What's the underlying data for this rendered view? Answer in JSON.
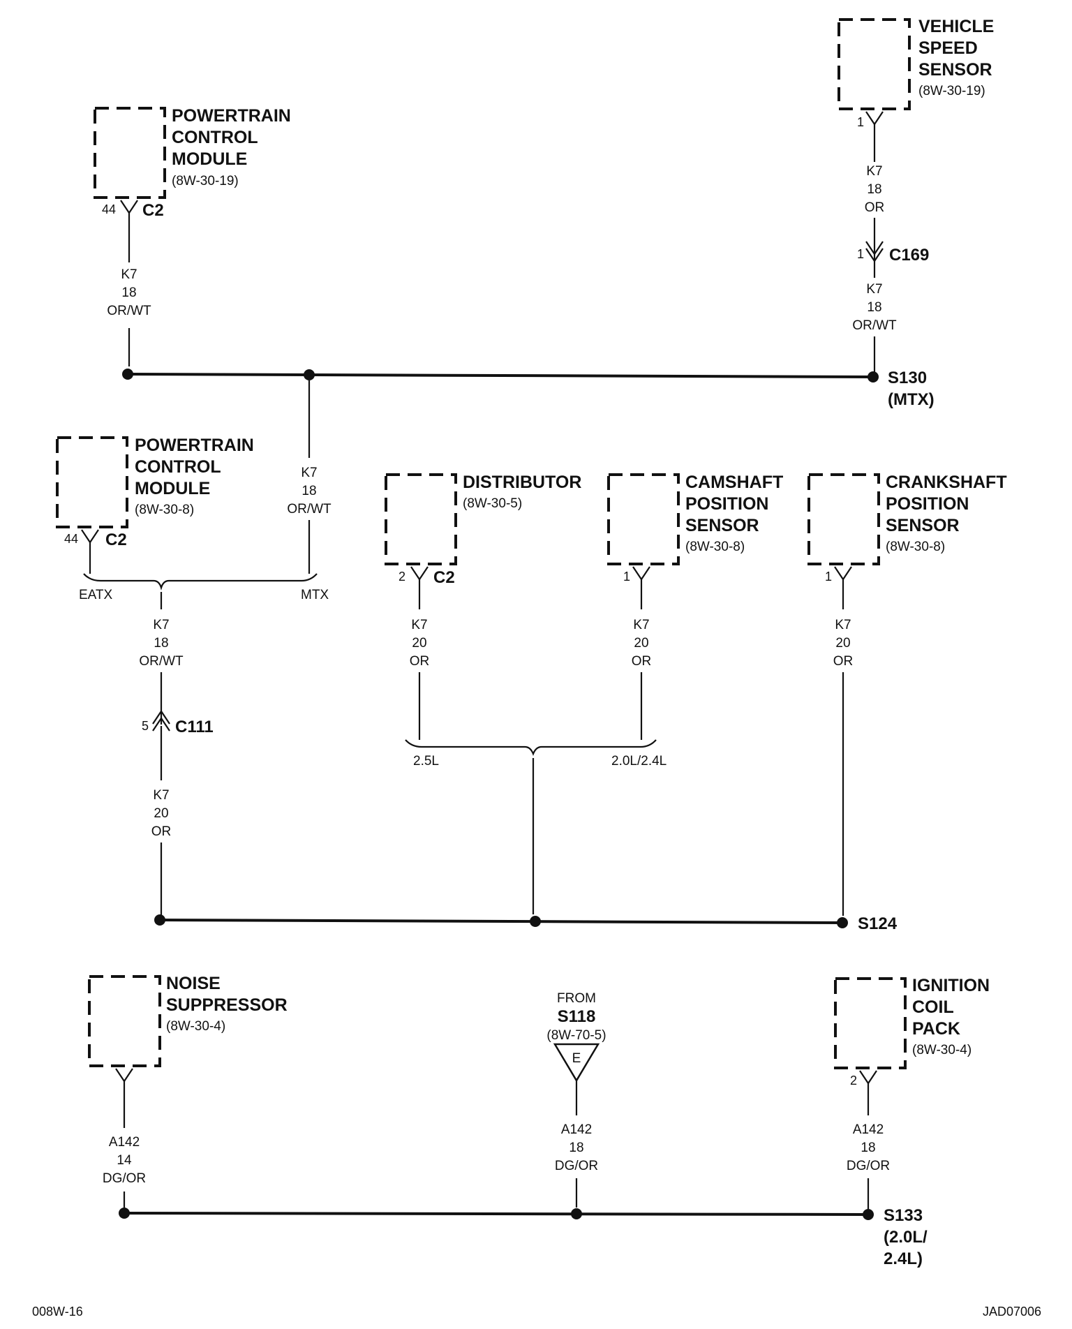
{
  "components": {
    "vss": {
      "name": [
        "VEHICLE",
        "SPEED",
        "SENSOR"
      ],
      "ref": "(8W-30-19)",
      "pin": "1"
    },
    "pcm_top": {
      "name": [
        "POWERTRAIN",
        "CONTROL",
        "MODULE"
      ],
      "ref": "(8W-30-19)",
      "pin": "44",
      "connector": "C2"
    },
    "pcm_mid": {
      "name": [
        "POWERTRAIN",
        "CONTROL",
        "MODULE"
      ],
      "ref": "(8W-30-8)",
      "pin": "44",
      "connector": "C2"
    },
    "distributor": {
      "name": [
        "DISTRIBUTOR"
      ],
      "ref": "(8W-30-5)",
      "pin": "2",
      "connector": "C2"
    },
    "cmp": {
      "name": [
        "CAMSHAFT",
        "POSITION",
        "SENSOR"
      ],
      "ref": "(8W-30-8)",
      "pin": "1"
    },
    "ckp": {
      "name": [
        "CRANKSHAFT",
        "POSITION",
        "SENSOR"
      ],
      "ref": "(8W-30-8)",
      "pin": "1"
    },
    "noise": {
      "name": [
        "NOISE",
        "SUPPRESSOR"
      ],
      "ref": "(8W-30-4)"
    },
    "coil": {
      "name": [
        "IGNITION",
        "COIL",
        "PACK"
      ],
      "ref": "(8W-30-4)",
      "pin": "2"
    }
  },
  "wires": {
    "vss_upper": [
      "K7",
      "18",
      "OR"
    ],
    "vss_lower": [
      "K7",
      "18",
      "OR/WT"
    ],
    "pcm_top": [
      "K7",
      "18",
      "OR/WT"
    ],
    "mtx_branch": [
      "K7",
      "18",
      "OR/WT"
    ],
    "pcm_mid_upper": [
      "K7",
      "18",
      "OR/WT"
    ],
    "pcm_mid_lower": [
      "K7",
      "20",
      "OR"
    ],
    "distributor": [
      "K7",
      "20",
      "OR"
    ],
    "cmp": [
      "K7",
      "20",
      "OR"
    ],
    "ckp": [
      "K7",
      "20",
      "OR"
    ],
    "noise": [
      "A142",
      "14",
      "DG/OR"
    ],
    "from_s118": [
      "A142",
      "18",
      "DG/OR"
    ],
    "coil": [
      "A142",
      "18",
      "DG/OR"
    ]
  },
  "connectors": {
    "c169": {
      "name": "C169",
      "pin": "1"
    },
    "c111": {
      "name": "C111",
      "pin": "5"
    }
  },
  "options": {
    "eatx": "EATX",
    "mtx": "MTX",
    "l25": "2.5L",
    "l2024": "2.0L/2.4L"
  },
  "splices": {
    "s130": [
      "S130",
      "(MTX)"
    ],
    "s124": [
      "S124"
    ],
    "s133": [
      "S133",
      "(2.0L/",
      "2.4L)"
    ]
  },
  "from": {
    "label": "FROM",
    "splice": "S118",
    "ref": "(8W-70-5)",
    "letter": "E"
  },
  "footer": {
    "left": "008W-16",
    "right": "JAD07006"
  }
}
